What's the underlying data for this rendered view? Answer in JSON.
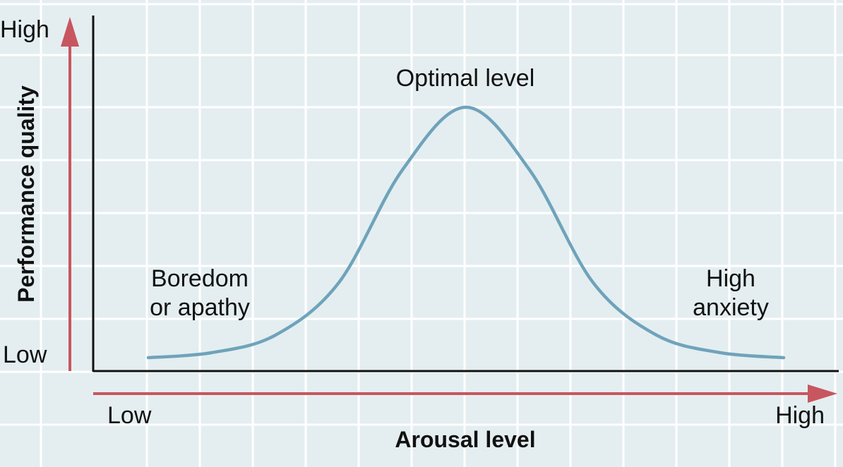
{
  "chart_data": {
    "type": "line",
    "x_axis": {
      "label": "Arousal level",
      "low_label": "Low",
      "high_label": "High"
    },
    "y_axis": {
      "label": "Performance quality",
      "low_label": "Low",
      "high_label": "High"
    },
    "x_range": [
      0,
      1
    ],
    "y_range": [
      0,
      1
    ],
    "grid": true,
    "series": [
      {
        "curve": "bell",
        "color": "#6fa3bb",
        "points": [
          {
            "x": 0.0,
            "y": 0.0
          },
          {
            "x": 0.1,
            "y": 0.02
          },
          {
            "x": 0.2,
            "y": 0.09
          },
          {
            "x": 0.3,
            "y": 0.3
          },
          {
            "x": 0.4,
            "y": 0.75
          },
          {
            "x": 0.5,
            "y": 1.0
          },
          {
            "x": 0.6,
            "y": 0.75
          },
          {
            "x": 0.7,
            "y": 0.3
          },
          {
            "x": 0.8,
            "y": 0.09
          },
          {
            "x": 0.9,
            "y": 0.02
          },
          {
            "x": 1.0,
            "y": 0.0
          }
        ]
      }
    ],
    "annotations": [
      {
        "id": "boredom",
        "lines": [
          "Boredom",
          "or apathy"
        ]
      },
      {
        "id": "optimal",
        "lines": [
          "Optimal level"
        ]
      },
      {
        "id": "anxiety",
        "lines": [
          "High",
          "anxiety"
        ]
      }
    ],
    "colors": {
      "arrow": "#c8565f",
      "axis": "#111111",
      "grid": "#ffffff",
      "background": "#e4eef0"
    }
  }
}
